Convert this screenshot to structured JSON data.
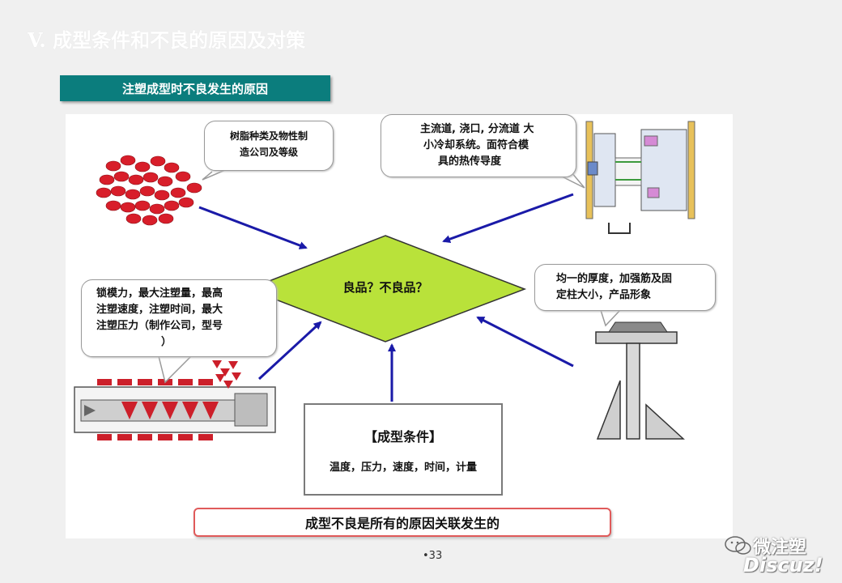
{
  "slide": {
    "title": "V. 成型条件和不良的原因及对策",
    "section": "注塑成型时不良发生的原因",
    "page_number": "•33"
  },
  "diagram": {
    "center": "良品？不良品？",
    "resin_note": [
      "树脂种类及物性制",
      "造公司及等级"
    ],
    "mold_note": [
      "主流道, 浇口, 分流道  大",
      "小冷却系统。面符合模",
      "具的热传导度"
    ],
    "machine_note": [
      "锁模力，最大注塑量，最高",
      "注塑速度，注塑时间，最大",
      "注塑压力（制作公司，型号",
      "）"
    ],
    "product_note": [
      "均一的厚度，加强筋及固",
      "定柱大小，产品形象"
    ],
    "conditions_title": "【成型条件】",
    "conditions_text": "温度，压力，速度，时间，计量",
    "summary": "成型不良是所有的原因关联发生的"
  },
  "watermark": {
    "name": "微注塑",
    "brand": "Discuz!"
  },
  "colors": {
    "section_bar": "#0b7d7d",
    "diamond": "#b9e23a",
    "arrow": "#1a1aa8",
    "pellet": "#d81e2a",
    "summary_border": "#e05a5a"
  }
}
